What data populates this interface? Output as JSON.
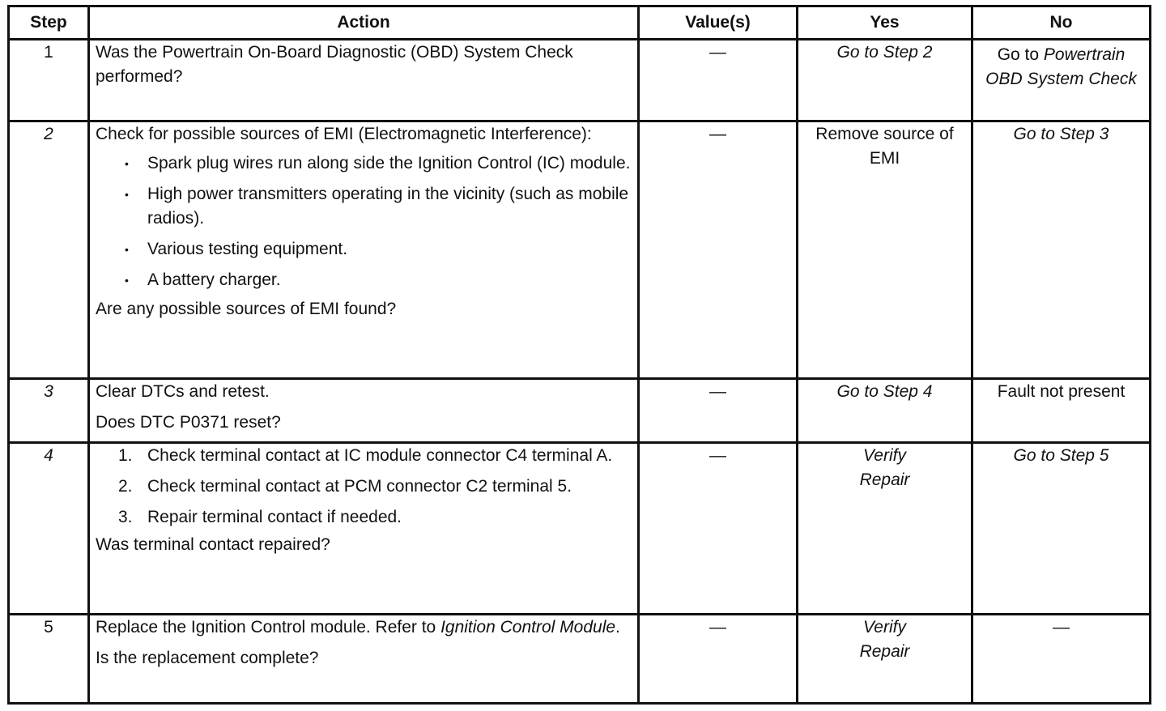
{
  "headers": {
    "step": "Step",
    "action": "Action",
    "values": "Value(s)",
    "yes": "Yes",
    "no": "No"
  },
  "rows": [
    {
      "step": "1",
      "action": [
        "Was the Powertrain On-Board Diagnostic (OBD) System Check performed?"
      ],
      "value": "—",
      "yes": "Go to Step 2",
      "no_prefix": "Go to ",
      "no_italic": "Powertrain OBD System Check"
    },
    {
      "step": "2",
      "action_intro": "Check for possible sources of EMI (Electromagnetic Interference):",
      "bullets": [
        "Spark plug wires run along side the Ignition Control (IC) module.",
        "High power transmitters operating in the vicinity (such as mobile radios).",
        "Various testing equipment.",
        "A battery charger."
      ],
      "action_question": "Are any possible sources of EMI found?",
      "value": "—",
      "yes": "Remove source of EMI",
      "no": "Go to Step 3"
    },
    {
      "step": "3",
      "action_line1": "Clear DTCs and retest.",
      "action_question": "Does DTC P0371 reset?",
      "value": "—",
      "yes": "Go to Step 4",
      "no": "Fault not present"
    },
    {
      "step": "4",
      "numbered": [
        {
          "n": "1.",
          "text": "Check terminal contact at IC module connector C4 terminal A."
        },
        {
          "n": "2.",
          "text": "Check terminal contact at PCM connector C2 terminal 5."
        },
        {
          "n": "3.",
          "text": "Repair terminal contact if needed."
        }
      ],
      "action_question": "Was terminal contact repaired?",
      "value": "—",
      "yes": "Verify Repair",
      "no": "Go to Step 5"
    },
    {
      "step": "5",
      "action_prefix": "Replace the Ignition Control module. Refer to ",
      "action_italic": "Ignition Control Module",
      "action_suffix": ".",
      "action_question": "Is the replacement complete?",
      "value": "—",
      "yes": "Verify Repair",
      "no": "—"
    }
  ]
}
